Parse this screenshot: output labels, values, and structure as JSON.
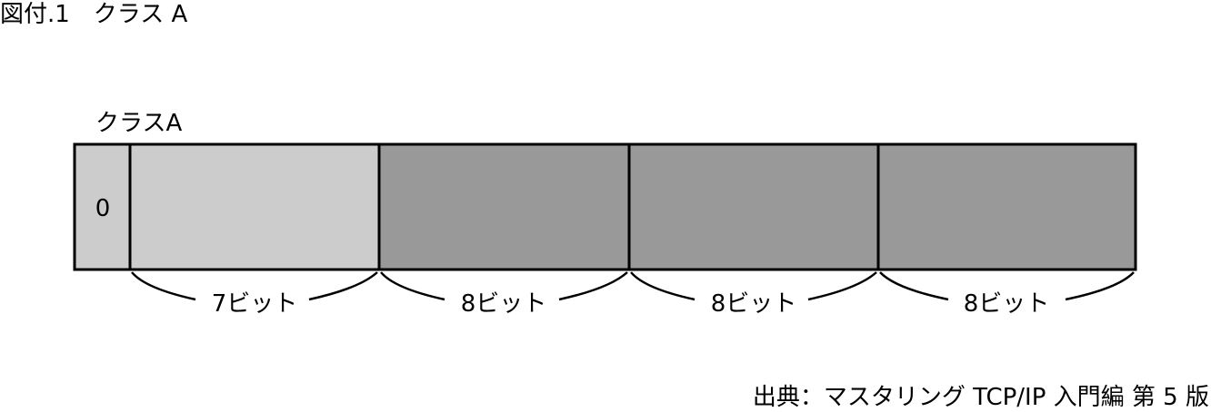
{
  "figure_title": "図付.1　クラス A",
  "class_label": "クラスA",
  "segments": [
    {
      "label": "0",
      "fill": "#cccccc"
    },
    {
      "label": "",
      "fill": "#cccccc"
    },
    {
      "label": "",
      "fill": "#999999"
    },
    {
      "label": "",
      "fill": "#999999"
    },
    {
      "label": "",
      "fill": "#999999"
    }
  ],
  "bit_labels": [
    "7ビット",
    "8ビット",
    "8ビット",
    "8ビット"
  ],
  "source": "出典：マスタリング TCP/IP 入門編 第 5 版"
}
